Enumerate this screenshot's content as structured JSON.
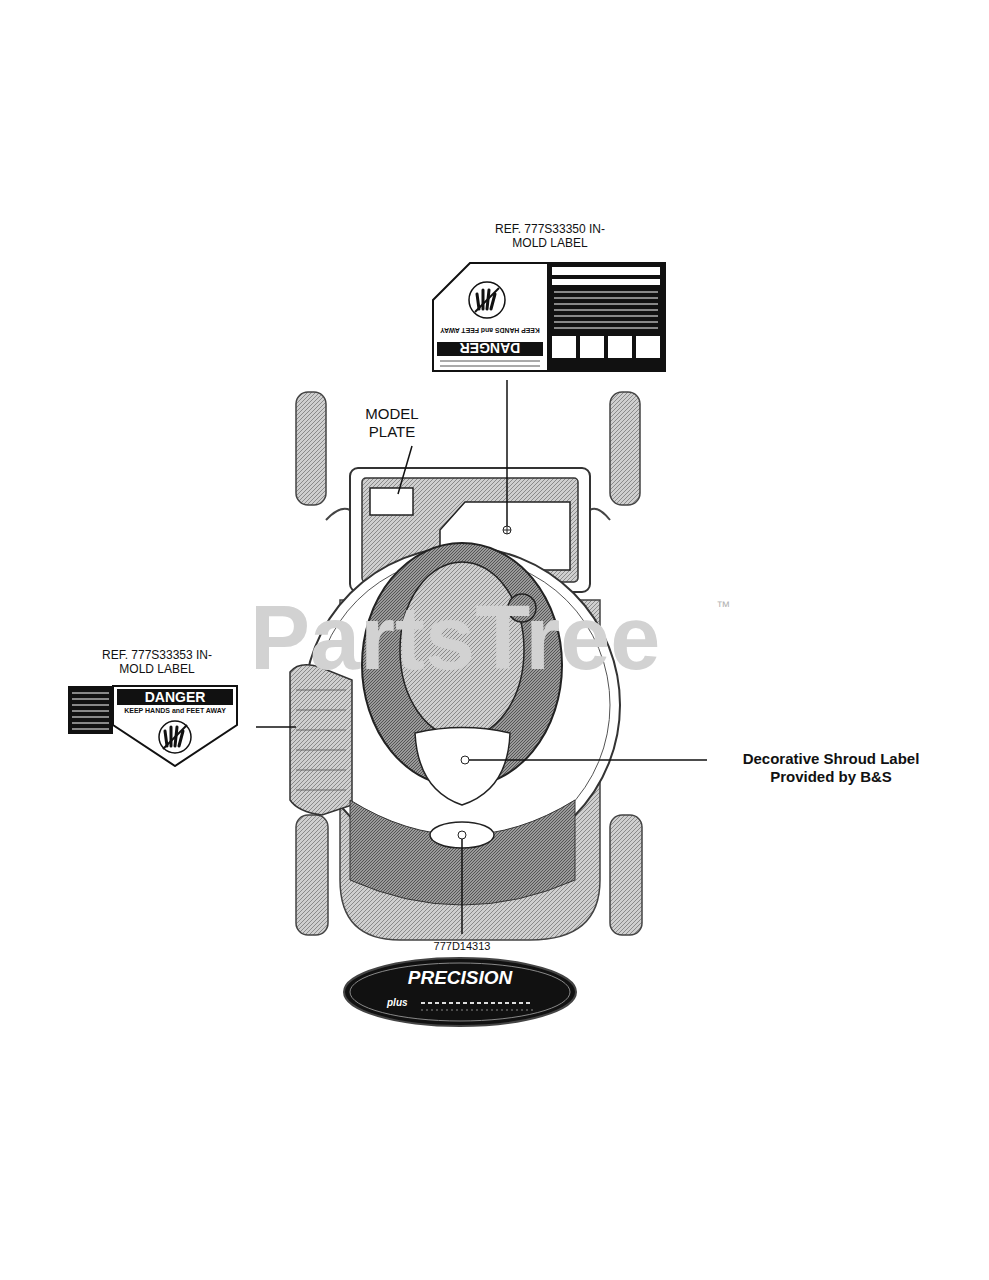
{
  "diagram": {
    "nodes": [
      {
        "text": [
          "DANGER",
          "KEEP HANDS and FEET AWAY"
        ]
      },
      {
        "text": [
          "DANGER",
          "KEEP HANDS and FEET AWAY"
        ]
      },
      {
        "text": [
          "PRECISION",
          "plus"
        ]
      }
    ],
    "labels": [
      "REF. 777S33350 IN-MOLD LABEL",
      "MODEL PLATE",
      "REF. 777S33353 IN-MOLD LABEL",
      "Decorative Shroud Label Provided by B&S",
      "777D14313",
      "PartsTree",
      "™"
    ]
  }
}
